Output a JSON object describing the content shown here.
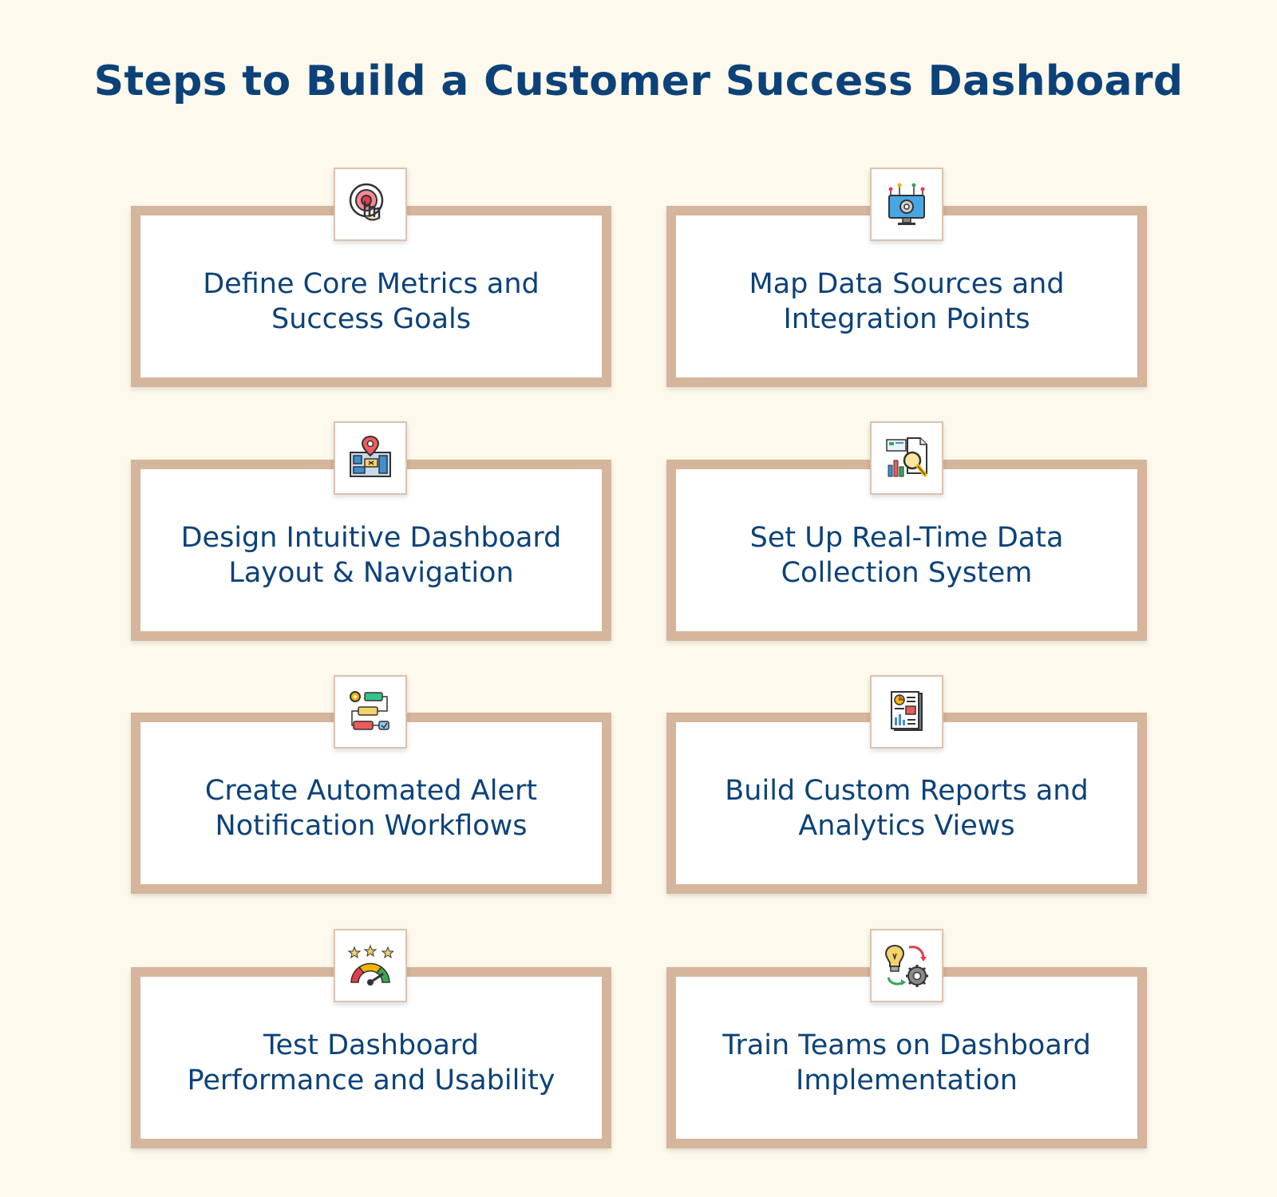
{
  "title": "Steps to Build a Customer Success Dashboard",
  "colors": {
    "title": "#0c4279",
    "text": "#0c4279",
    "card_border": "#d5b59b",
    "background": "#fdf9ec"
  },
  "steps": [
    {
      "line1": "Define Core Metrics and",
      "line2": "Success Goals",
      "icon": "target-touch-icon"
    },
    {
      "line1": "Map Data Sources and",
      "line2": "Integration Points",
      "icon": "monitor-gear-network-icon"
    },
    {
      "line1": "Design Intuitive Dashboard",
      "line2": "Layout & Navigation",
      "icon": "map-pin-layout-icon"
    },
    {
      "line1": "Set Up Real-Time Data",
      "line2": "Collection System",
      "icon": "report-magnifier-icon"
    },
    {
      "line1": "Create Automated Alert",
      "line2": "Notification Workflows",
      "icon": "workflow-icon"
    },
    {
      "line1": "Build Custom Reports and",
      "line2": "Analytics Views",
      "icon": "report-document-icon"
    },
    {
      "line1": "Test Dashboard",
      "line2": "Performance and Usability",
      "icon": "rating-gauge-icon"
    },
    {
      "line1": "Train Teams on Dashboard",
      "line2": "Implementation",
      "icon": "idea-gear-cycle-icon"
    }
  ]
}
